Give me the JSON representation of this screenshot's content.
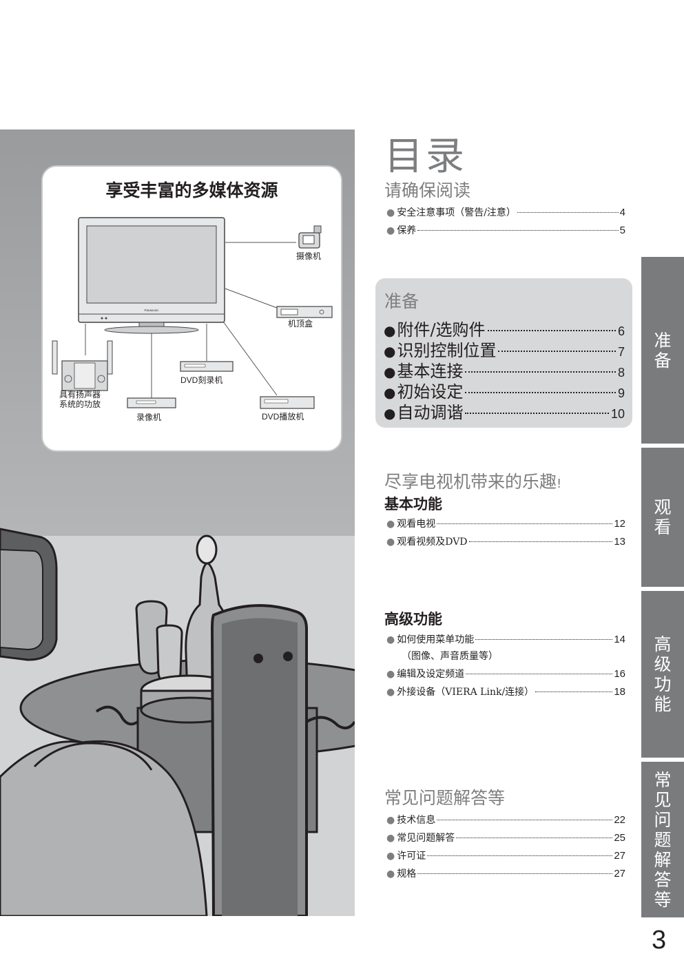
{
  "diagram": {
    "title": "享受丰富的多媒体资源",
    "devices": {
      "camcorder": "摄像机",
      "stb": "机顶盒",
      "dvd_recorder": "DVD刻录机",
      "speaker_line1": "具有扬声器",
      "speaker_line2": "系统的功放",
      "vcr": "录像机",
      "dvd_player": "DVD播放机",
      "tv_brand": "Panasonic"
    }
  },
  "page_title": "目录",
  "sections": {
    "read_first": {
      "title": "请确保阅读",
      "items": [
        {
          "label": "安全注意事项（警告/注意）",
          "page": "4"
        },
        {
          "label": "保养",
          "page": "5"
        }
      ]
    },
    "preparation": {
      "title": "准备",
      "items": [
        {
          "label": "附件/选购件",
          "page": "6"
        },
        {
          "label": "识别控制位置",
          "page": "7"
        },
        {
          "label": "基本连接",
          "page": "8"
        },
        {
          "label": "初始设定",
          "page": "9"
        },
        {
          "label": "自动调谐",
          "page": "10"
        }
      ]
    },
    "enjoy": {
      "title": "尽享电视机带来的乐趣",
      "exclaim": "!",
      "basic_title": "基本功能",
      "basic_items": [
        {
          "label": "观看电视",
          "page": "12"
        },
        {
          "label": "观看视频及DVD",
          "page": "13"
        }
      ],
      "advanced_title": "高级功能",
      "advanced_items": [
        {
          "label": "如何使用菜单功能",
          "page": "14",
          "continuation": "（图像、声音质量等）"
        },
        {
          "label": "编辑及设定频道",
          "page": "16"
        },
        {
          "label": "外接设备（VIERA Link/连接）",
          "page": "18"
        }
      ]
    },
    "faq": {
      "title": "常见问题解答等",
      "items": [
        {
          "label": "技术信息",
          "page": "22"
        },
        {
          "label": "常见问题解答",
          "page": "25"
        },
        {
          "label": "许可证",
          "page": "27"
        },
        {
          "label": "规格",
          "page": "27"
        }
      ]
    }
  },
  "side_tabs": [
    {
      "chars": [
        "准",
        "备"
      ]
    },
    {
      "chars": [
        "观",
        "看"
      ]
    },
    {
      "chars": [
        "高",
        "级",
        "功",
        "能"
      ]
    },
    {
      "chars": [
        "常",
        "见",
        "问",
        "题",
        "解",
        "答",
        "等"
      ]
    }
  ],
  "page_number": "3",
  "colors": {
    "tab_grey": "#7a7b7d",
    "heading_grey": "#7d7e80",
    "prep_box": "#d7d8d9",
    "text": "#231f20"
  }
}
